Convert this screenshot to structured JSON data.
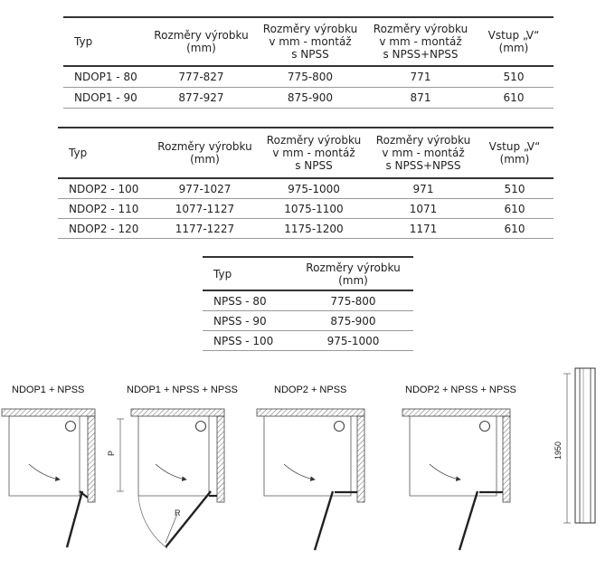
{
  "table1": {
    "headers": [
      "Typ",
      "Rozměry výrobku\n(mm)",
      "Rozměry výrobku\nv mm - montáž\ns NPSS",
      "Rozměry výrobku\nv mm - montáž\ns NPSS+NPSS",
      "Vstup „V“\n(mm)"
    ],
    "rows": [
      [
        "NDOP1 - 80",
        "777-827",
        "775-800",
        "771",
        "510"
      ],
      [
        "NDOP1 - 90",
        "877-927",
        "875-900",
        "871",
        "610"
      ]
    ]
  },
  "table2": {
    "headers": [
      "Typ",
      "Rozměry výrobku\n(mm)",
      "Rozměry výrobku\nv mm - montáž\ns NPSS",
      "Rozměry výrobku\nv mm - montáž\ns NPSS+NPSS",
      "Vstup „V“\n(mm)"
    ],
    "rows": [
      [
        "NDOP2 - 100",
        "977-1027",
        "975-1000",
        "971",
        "510"
      ],
      [
        "NDOP2 - 110",
        "1077-1127",
        "1075-1100",
        "1071",
        "610"
      ],
      [
        "NDOP2 - 120",
        "1177-1227",
        "1175-1200",
        "1171",
        "610"
      ]
    ]
  },
  "table3": {
    "headers": [
      "Typ",
      "Rozměry výrobku\n(mm)"
    ],
    "rows": [
      [
        "NPSS - 80",
        "775-800"
      ],
      [
        "NPSS - 90",
        "875-900"
      ],
      [
        "NPSS - 100",
        "975-1000"
      ]
    ]
  },
  "diagrams": {
    "labels": [
      "NDOP1 + NPSS",
      "NDOP1 + NPSS + NPSS",
      "NDOP2 + NPSS",
      "NDOP2 + NPSS + NPSS"
    ],
    "dim_p": "P",
    "dim_r": "R",
    "height": "1950"
  }
}
